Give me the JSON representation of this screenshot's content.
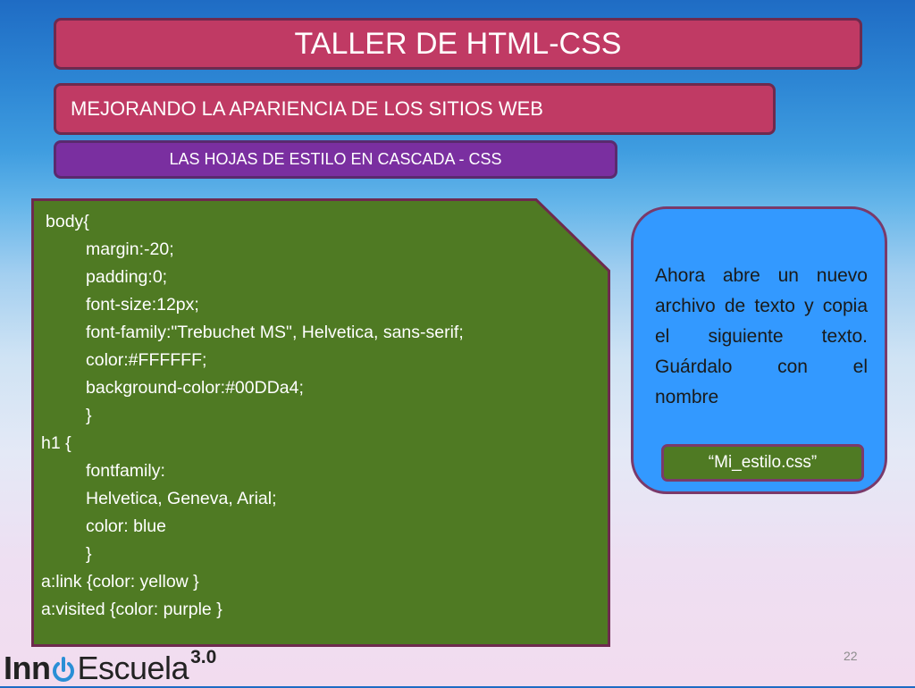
{
  "slide": {
    "title": "TALLER DE HTML-CSS",
    "subtitle": "MEJORANDO LA APARIENCIA DE LOS SITIOS WEB",
    "section": "LAS HOJAS DE ESTILO EN CASCADA - CSS",
    "page_number": "22"
  },
  "code": {
    "lines": [
      "body{",
      "margin:-20;",
      "padding:0;",
      "font-size:12px;",
      "font-family:\"Trebuchet MS\", Helvetica, sans-serif;",
      "color:#FFFFFF;",
      "background-color:#00DDa4;",
      "}",
      "h1 {",
      "fontfamily:",
      "Helvetica, Geneva, Arial;",
      "color: blue",
      "}",
      "a:link {color: yellow }",
      "a:visited {color: purple }"
    ]
  },
  "instruction": {
    "text_main": "Ahora abre un nuevo archivo de texto y copia el siguiente texto. Guárdalo con el",
    "text_last": "nombre",
    "filename": "“Mi_estilo.css”"
  },
  "logo": {
    "part1": "Inn",
    "part2": "Escuela",
    "version": "3.0"
  },
  "colors": {
    "title_bar": "#c03a64",
    "section_bar": "#7a2fa0",
    "code_box": "#4f7a23",
    "bubble": "#3399ff",
    "power_icon": "#2a8fd6"
  }
}
